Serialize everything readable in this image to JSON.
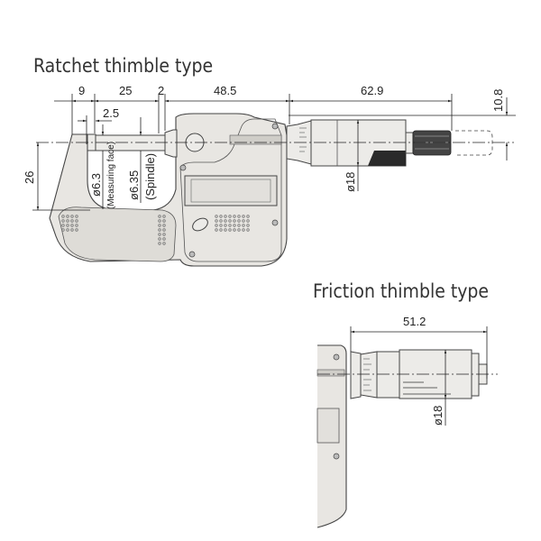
{
  "ratchet": {
    "title": "Ratchet thimble type",
    "dims": {
      "d9": "9",
      "d25": "25",
      "d2": "2",
      "d48_5": "48.5",
      "d62_9": "62.9",
      "d10_8": "10.8",
      "d2_5": "2.5",
      "d26": "26",
      "measuring_face_dia": "ø6.3",
      "measuring_face_label": "(Measuring face)",
      "spindle_dia": "ø6.35",
      "spindle_label": "(Spindle)",
      "thimble_dia": "ø18"
    }
  },
  "friction": {
    "title": "Friction thimble type",
    "dims": {
      "d51_2": "51.2",
      "thimble_dia": "ø18"
    }
  }
}
